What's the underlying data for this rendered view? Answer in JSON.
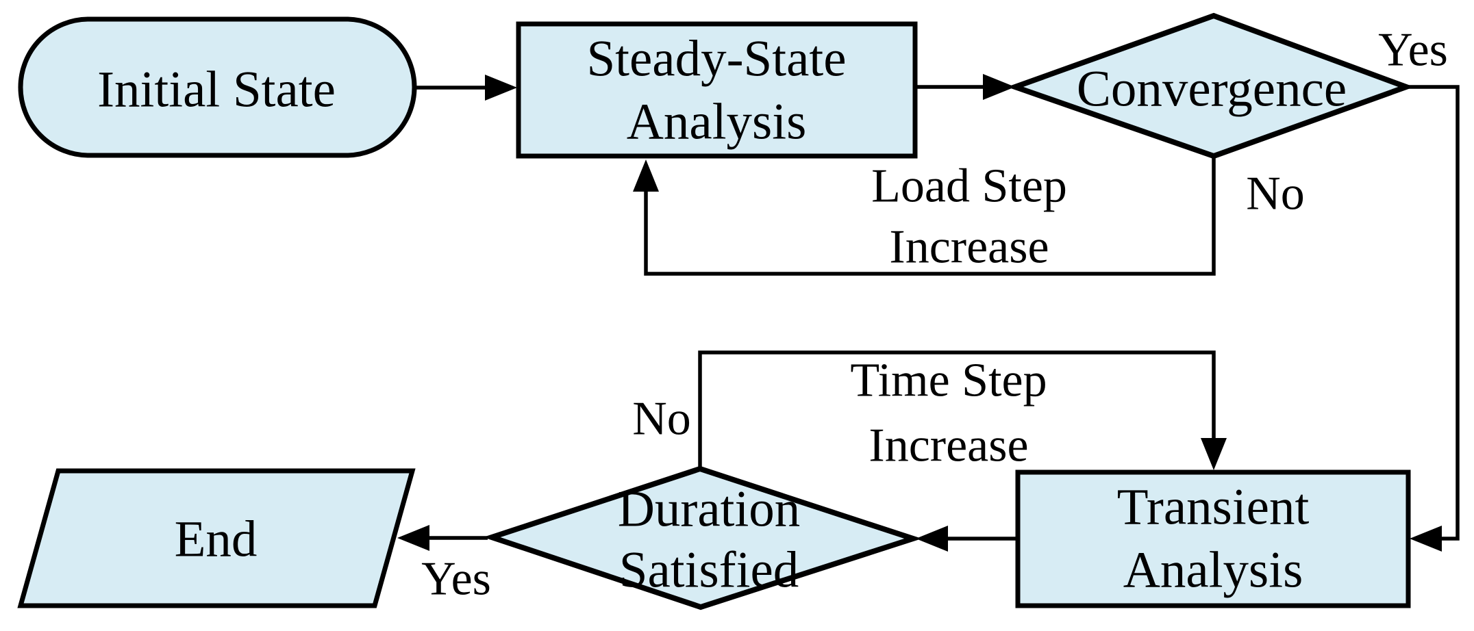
{
  "diagram": {
    "type": "flowchart",
    "background": "#ffffff",
    "node_fill": "#d7ecf4",
    "line_color": "#000000",
    "text_color": "#000000",
    "nodes": {
      "initial_state": {
        "shape": "start-stadium",
        "label": "Initial State"
      },
      "steady_state": {
        "shape": "process-rect",
        "label_line1": "Steady-State",
        "label_line2": "Analysis"
      },
      "convergence": {
        "shape": "decision-diamond",
        "label": "Convergence"
      },
      "transient": {
        "shape": "process-rect",
        "label_line1": "Transient",
        "label_line2": "Analysis"
      },
      "duration": {
        "shape": "decision-diamond",
        "label_line1": "Duration",
        "label_line2": "Satisfied"
      },
      "end": {
        "shape": "output-parallelogram",
        "label": "End"
      }
    },
    "edge_labels": {
      "convergence_yes": "Yes",
      "convergence_no": "No",
      "load_step_line1": "Load Step",
      "load_step_line2": "Increase",
      "duration_no": "No",
      "time_step_line1": "Time Step",
      "time_step_line2": "Increase",
      "duration_yes": "Yes"
    }
  }
}
